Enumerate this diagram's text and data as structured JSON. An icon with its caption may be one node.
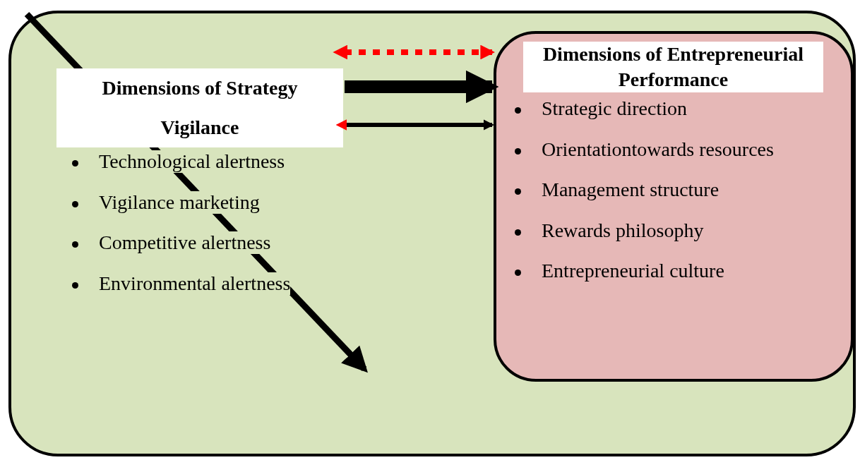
{
  "diagram": {
    "nodes": [
      {
        "text": [],
        "shape": "box"
      },
      {
        "text": [
          "Dimensions of Strategy Vigilance"
        ],
        "in": 0,
        "beside": [
          "Technological alertness",
          "Vigilance marketing",
          "Competitive alertness",
          "Environmental alertness"
        ]
      },
      {
        "text": [
          "Dimensions of Entrepreneurial Performance",
          "Strategic direction",
          "Orientationtowards resources",
          "Management structure",
          "Rewards philosophy",
          "Entrepreneurial culture"
        ],
        "in": 0
      }
    ],
    "edges": [
      {
        "from": 1,
        "to": 2,
        "arrow": "both",
        "style": "dashed",
        "color": "#ff0000"
      },
      {
        "from": 1,
        "to": 2,
        "arrow": "to",
        "style": "thick"
      },
      {
        "from": 1,
        "to": 2,
        "arrow": "both"
      }
    ]
  }
}
